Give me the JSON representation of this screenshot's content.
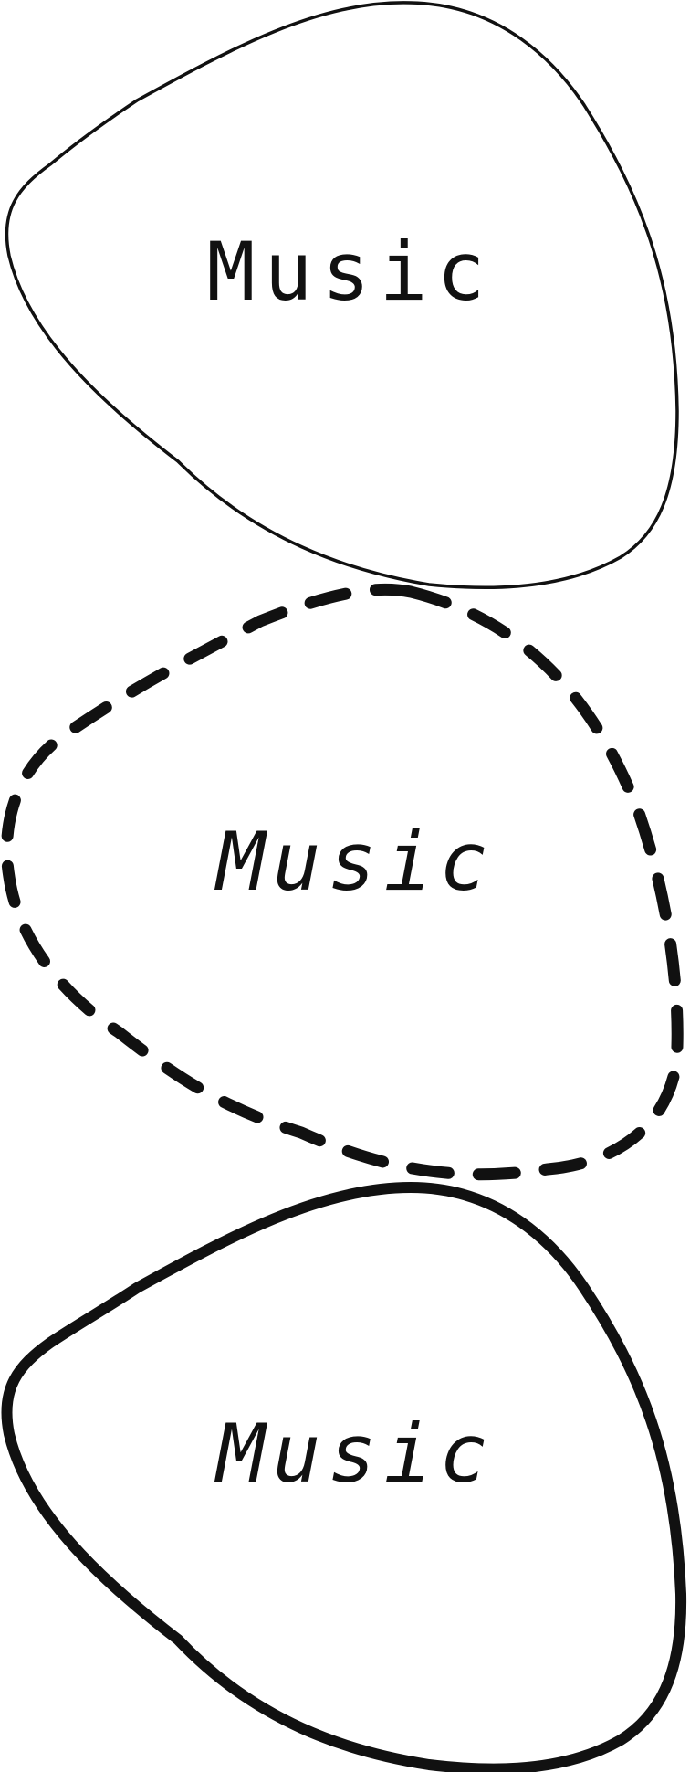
{
  "badges": [
    {
      "name": "music-badge-thin",
      "label": "Music",
      "stroke": "#111111",
      "style": "thin"
    },
    {
      "name": "music-badge-dashed",
      "label": "Music",
      "stroke": "#111111",
      "style": "dashed"
    },
    {
      "name": "music-badge-bold",
      "label": "Music",
      "stroke": "#111111",
      "style": "bold"
    }
  ]
}
